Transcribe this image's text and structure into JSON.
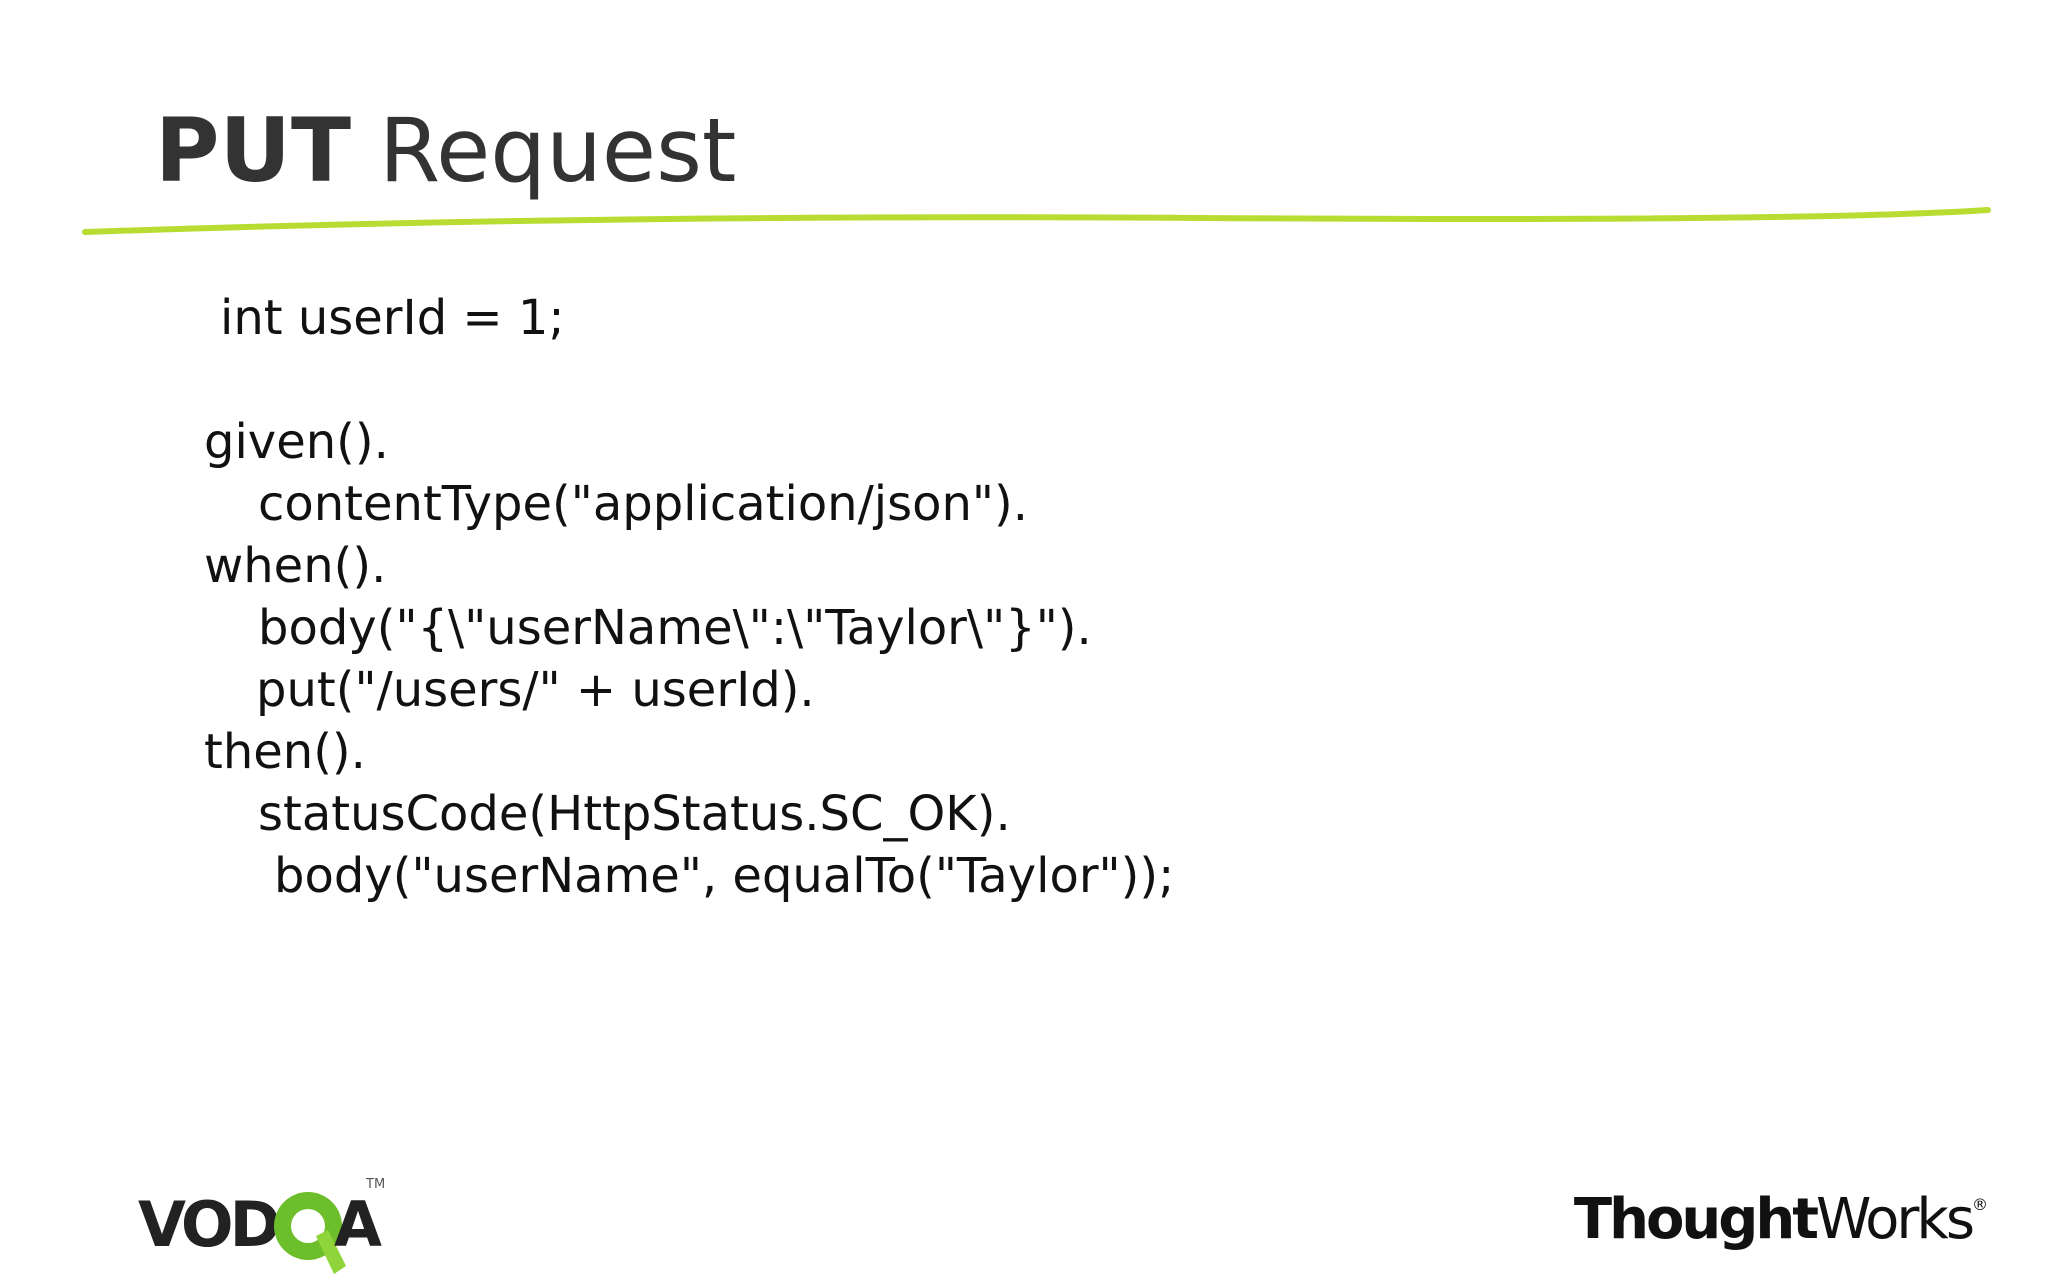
{
  "slide": {
    "title_bold": "PUT",
    "title_rest": "Request",
    "accent_color": "#b9dc33",
    "code_lines": [
      "int userId = 1;",
      "given().",
      "contentType(\"application/json\").",
      "when().",
      "body(\"{\\\"userName\\\":\\\"Taylor\\\"}\").",
      "put(\"/users/\" + userId).",
      "then().",
      "statusCode(HttpStatus.SC_OK).",
      "body(\"userName\", equalTo(\"Taylor\"));"
    ]
  },
  "footer": {
    "vodqa_logo": "VODQA",
    "vodqa_tm": "TM",
    "vodqa_accent": "#6cbf2a",
    "thoughtworks_bold": "Thought",
    "thoughtworks_regular": "Works",
    "thoughtworks_mark": "®"
  }
}
